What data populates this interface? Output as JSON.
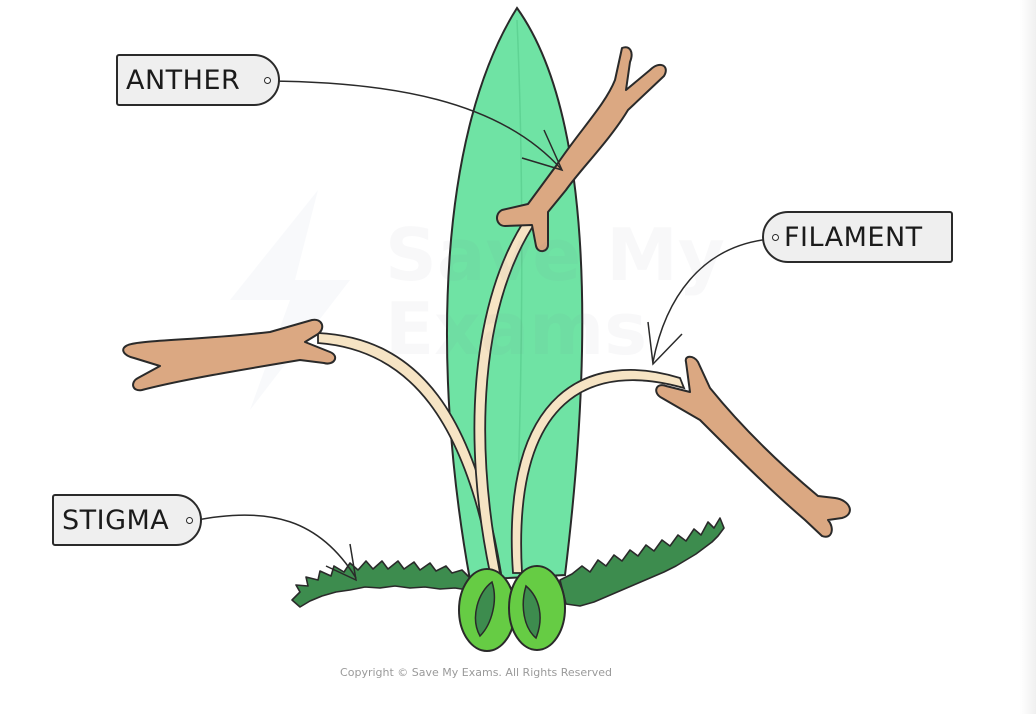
{
  "labels": {
    "anther": "ANTHER",
    "filament": "FILAMENT",
    "stigma": "STIGMA"
  },
  "watermark": "Save My Exams",
  "copyright": "Copyright © Save My Exams. All Rights Reserved",
  "colors": {
    "petal": "#6fe3a4",
    "anther": "#dba882",
    "filament": "#f6e4c4",
    "stigma": "#3d8c4e",
    "ovary": "#66cc44",
    "outline": "#2a2a2a",
    "tag_fill": "#efefef"
  }
}
